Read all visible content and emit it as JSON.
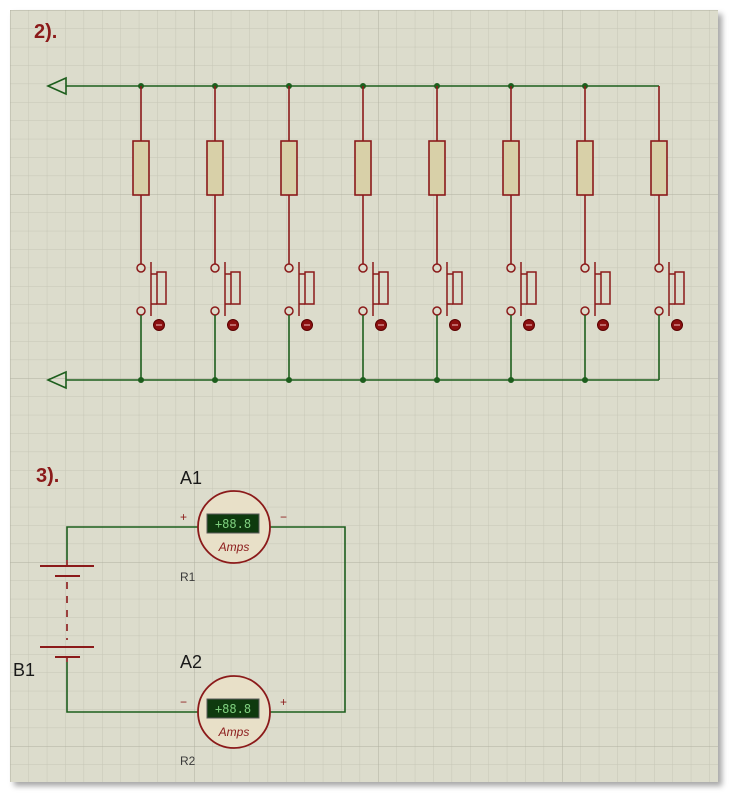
{
  "sections": {
    "part2_label": "2).",
    "part3_label": "3)."
  },
  "part2": {
    "resistor_columns": 8,
    "button_columns": 8
  },
  "part3": {
    "battery": {
      "ref": "B1"
    },
    "ammeter_top": {
      "ref": "A1",
      "sub": "R1",
      "display": "+88.8",
      "unit": "Amps",
      "left_terminal": "+",
      "right_terminal": "−"
    },
    "ammeter_bottom": {
      "ref": "A2",
      "sub": "R2",
      "display": "+88.8",
      "unit": "Amps",
      "left_terminal": "−",
      "right_terminal": "+"
    }
  },
  "colors": {
    "background": "#dcdccc",
    "grid_minor": "#c6c6b6",
    "grid_major": "#b4b4a4",
    "wire": "#1d5e1d",
    "component_stroke": "#8b1a1a",
    "resistor_fill": "#d8d0a8",
    "meter_fill": "#e8e0c8",
    "display_fill": "#0e3a0e"
  }
}
